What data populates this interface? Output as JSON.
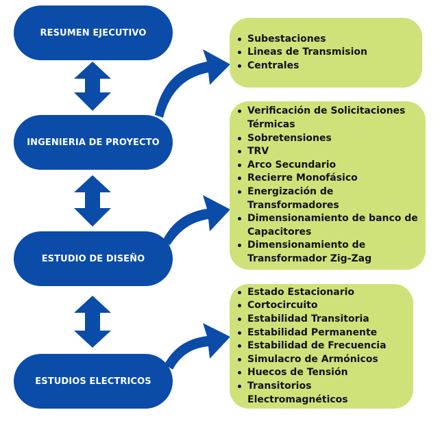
{
  "colors": {
    "pill_fill": "#0a4ca8",
    "box_fill": "#cfe27a",
    "arrow_fill": "#0a4ca8"
  },
  "stages": [
    {
      "label": "RESUMEN EJECUTIVO"
    },
    {
      "label": "INGENIERIA DE PROYECTO"
    },
    {
      "label": "ESTUDIO DE DISEÑO"
    },
    {
      "label": "ESTUDIOS ELECTRICOS"
    }
  ],
  "detail_boxes": [
    {
      "items": [
        "Subestaciones",
        "Lineas de Transmision",
        "Centrales"
      ]
    },
    {
      "items": [
        "Verificación de Solicitaciones Térmicas",
        "Sobretensiones",
        "TRV",
        "Arco Secundario",
        "Recierre Monofásico",
        "Energización de Transformadores",
        "Dimensionamiento de banco de Capacitores",
        "Dimensionamiento de Transformador Zig-Zag"
      ]
    },
    {
      "items": [
        "Estado Estacionario",
        "Cortocircuito",
        "Estabilidad Transitoria",
        "Estabilidad Permanente",
        "Estabilidad de Frecuencia",
        "Simulacro de Armónicos",
        "Huecos de Tensión",
        "Transitorios Electromagnéticos"
      ]
    }
  ],
  "connectors": {
    "double_arrows": [
      "stage-1-to-stage-2",
      "stage-2-to-stage-3",
      "stage-3-to-stage-4"
    ],
    "curved_arrows": [
      "stage-2-to-box-1",
      "stage-3-to-box-2",
      "stage-4-to-box-3"
    ]
  }
}
